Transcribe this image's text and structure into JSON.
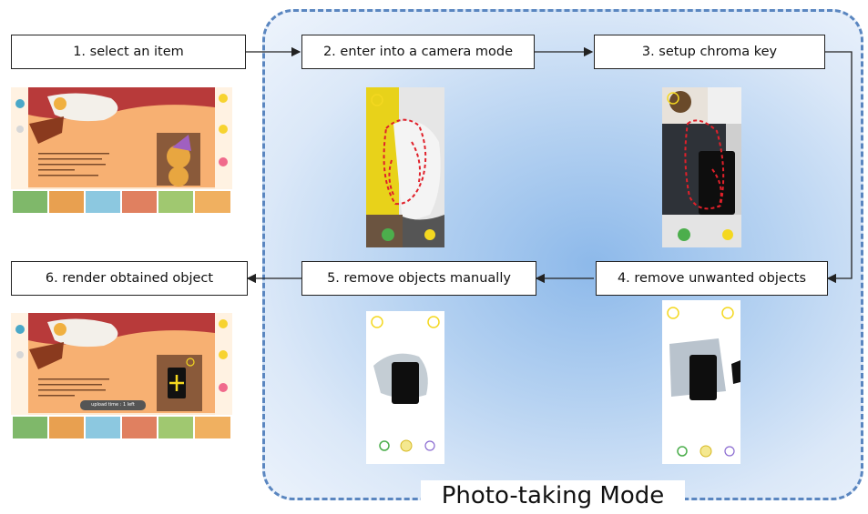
{
  "steps": [
    {
      "label": "1. select an item"
    },
    {
      "label": "2. enter into a camera mode"
    },
    {
      "label": "3. setup chroma key"
    },
    {
      "label": "4. remove unwanted objects"
    },
    {
      "label": "5. remove objects manually"
    },
    {
      "label": "6. render obtained object"
    }
  ],
  "region": {
    "title": "Photo-taking Mode"
  },
  "app_screens": {
    "upload_toast": "upload time : 1 left"
  },
  "colors": {
    "dashed_border": "#5a86c0",
    "region_fill": "#b4d1f1",
    "app_bg": "#f7b072",
    "selection": "#e0202a"
  }
}
